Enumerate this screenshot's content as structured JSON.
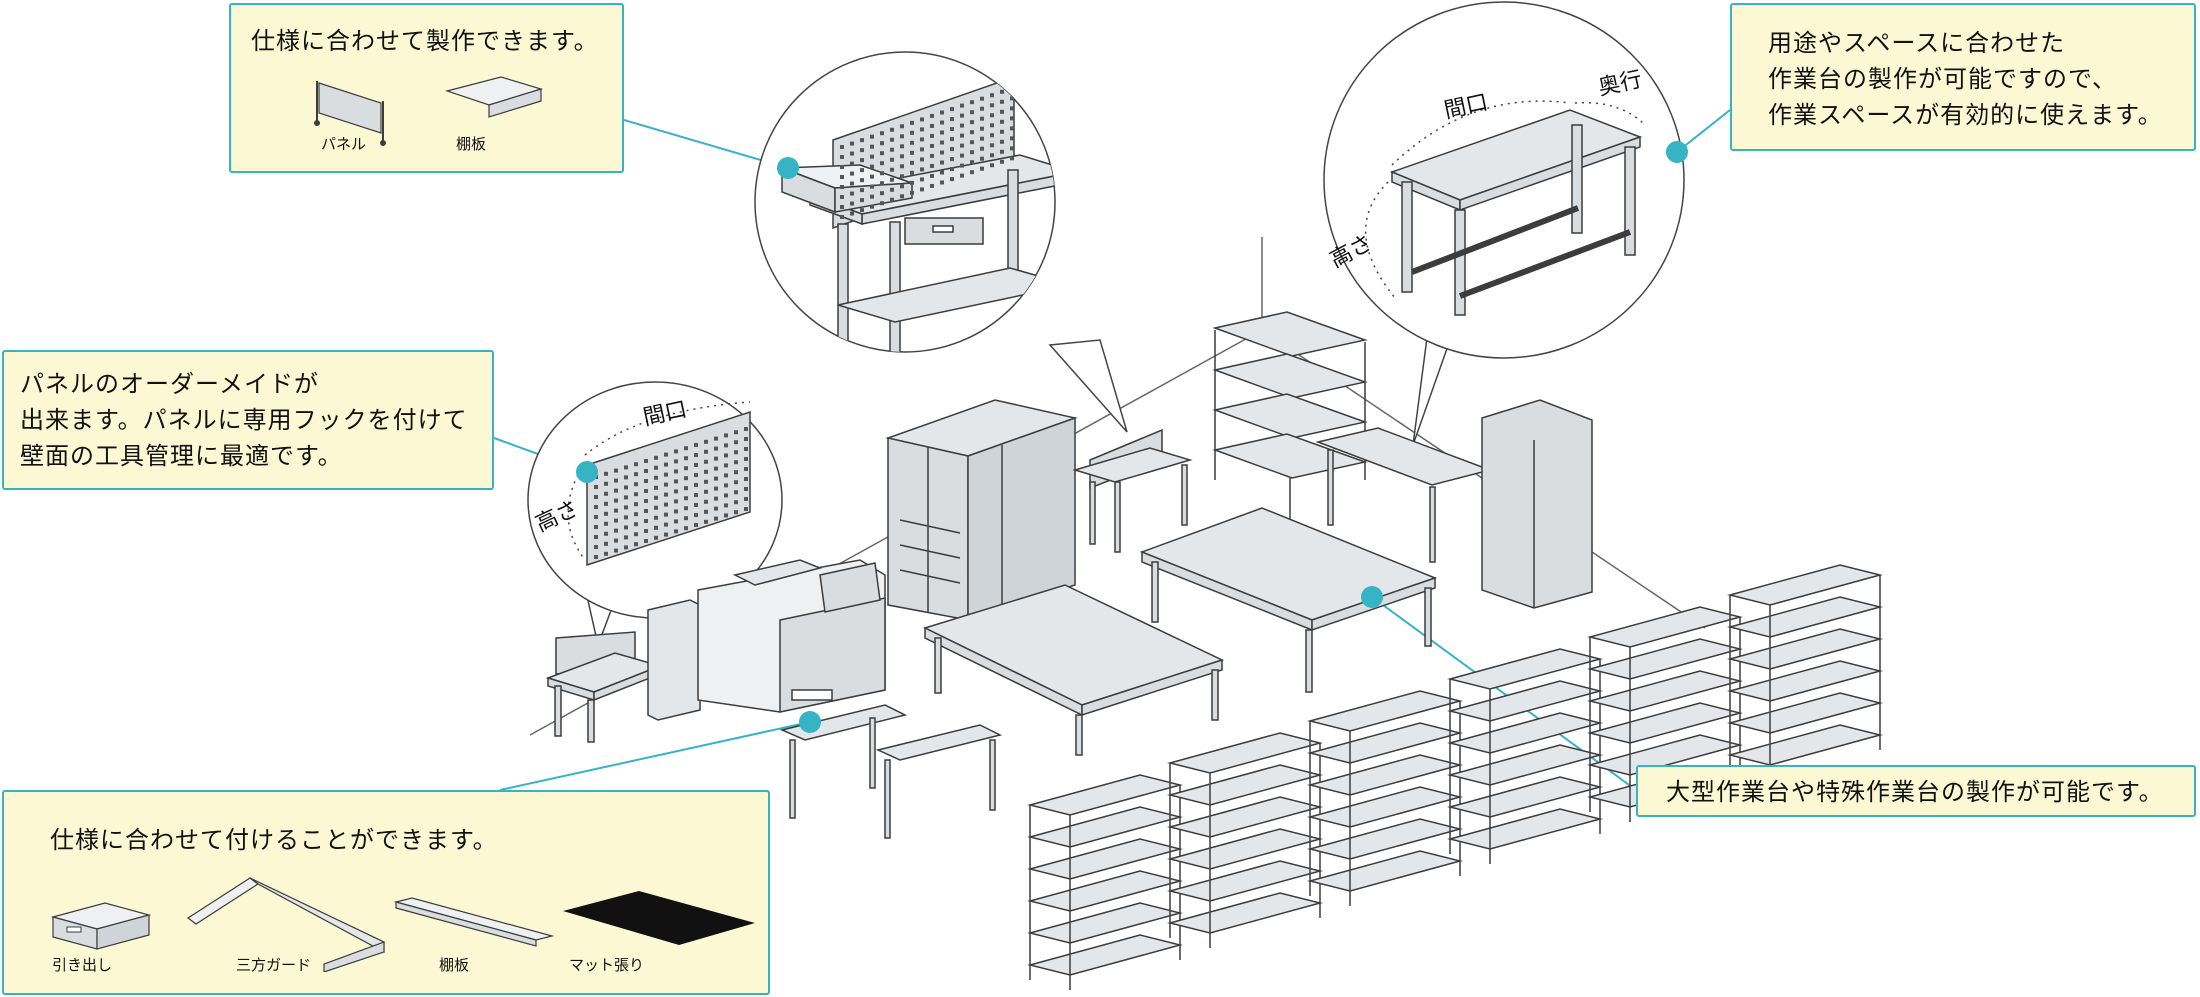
{
  "colors": {
    "accent": "#36b4c4",
    "callout_bg": "#fdf8d4",
    "furniture_fill": "#d9dde0",
    "furniture_stroke": "#3c3c3c",
    "mat": "#111111"
  },
  "callouts": {
    "custom_spec": {
      "text": "仕様に合わせて製作できます。",
      "items": {
        "panel": "パネル",
        "shelf": "棚板"
      }
    },
    "workbench_space": {
      "text": "用途やスペースに合わせた\n作業台の製作が可能ですので、\n作業スペースが有効的に使えます。"
    },
    "panel_order": {
      "text": "パネルのオーダーメイドが\n出来ます。パネルに専用フックを付けて\n壁面の工具管理に最適です。"
    },
    "large_bench": {
      "text": "大型作業台や特殊作業台の製作が可能です。"
    },
    "attachments": {
      "text": "仕様に合わせて付けることができます。",
      "items": {
        "drawer": "引き出し",
        "guard": "三方ガード",
        "shelf": "棚板",
        "mat": "マット張り"
      }
    }
  },
  "dimension_labels": {
    "width": "間口",
    "depth": "奥行",
    "height": "高さ"
  }
}
